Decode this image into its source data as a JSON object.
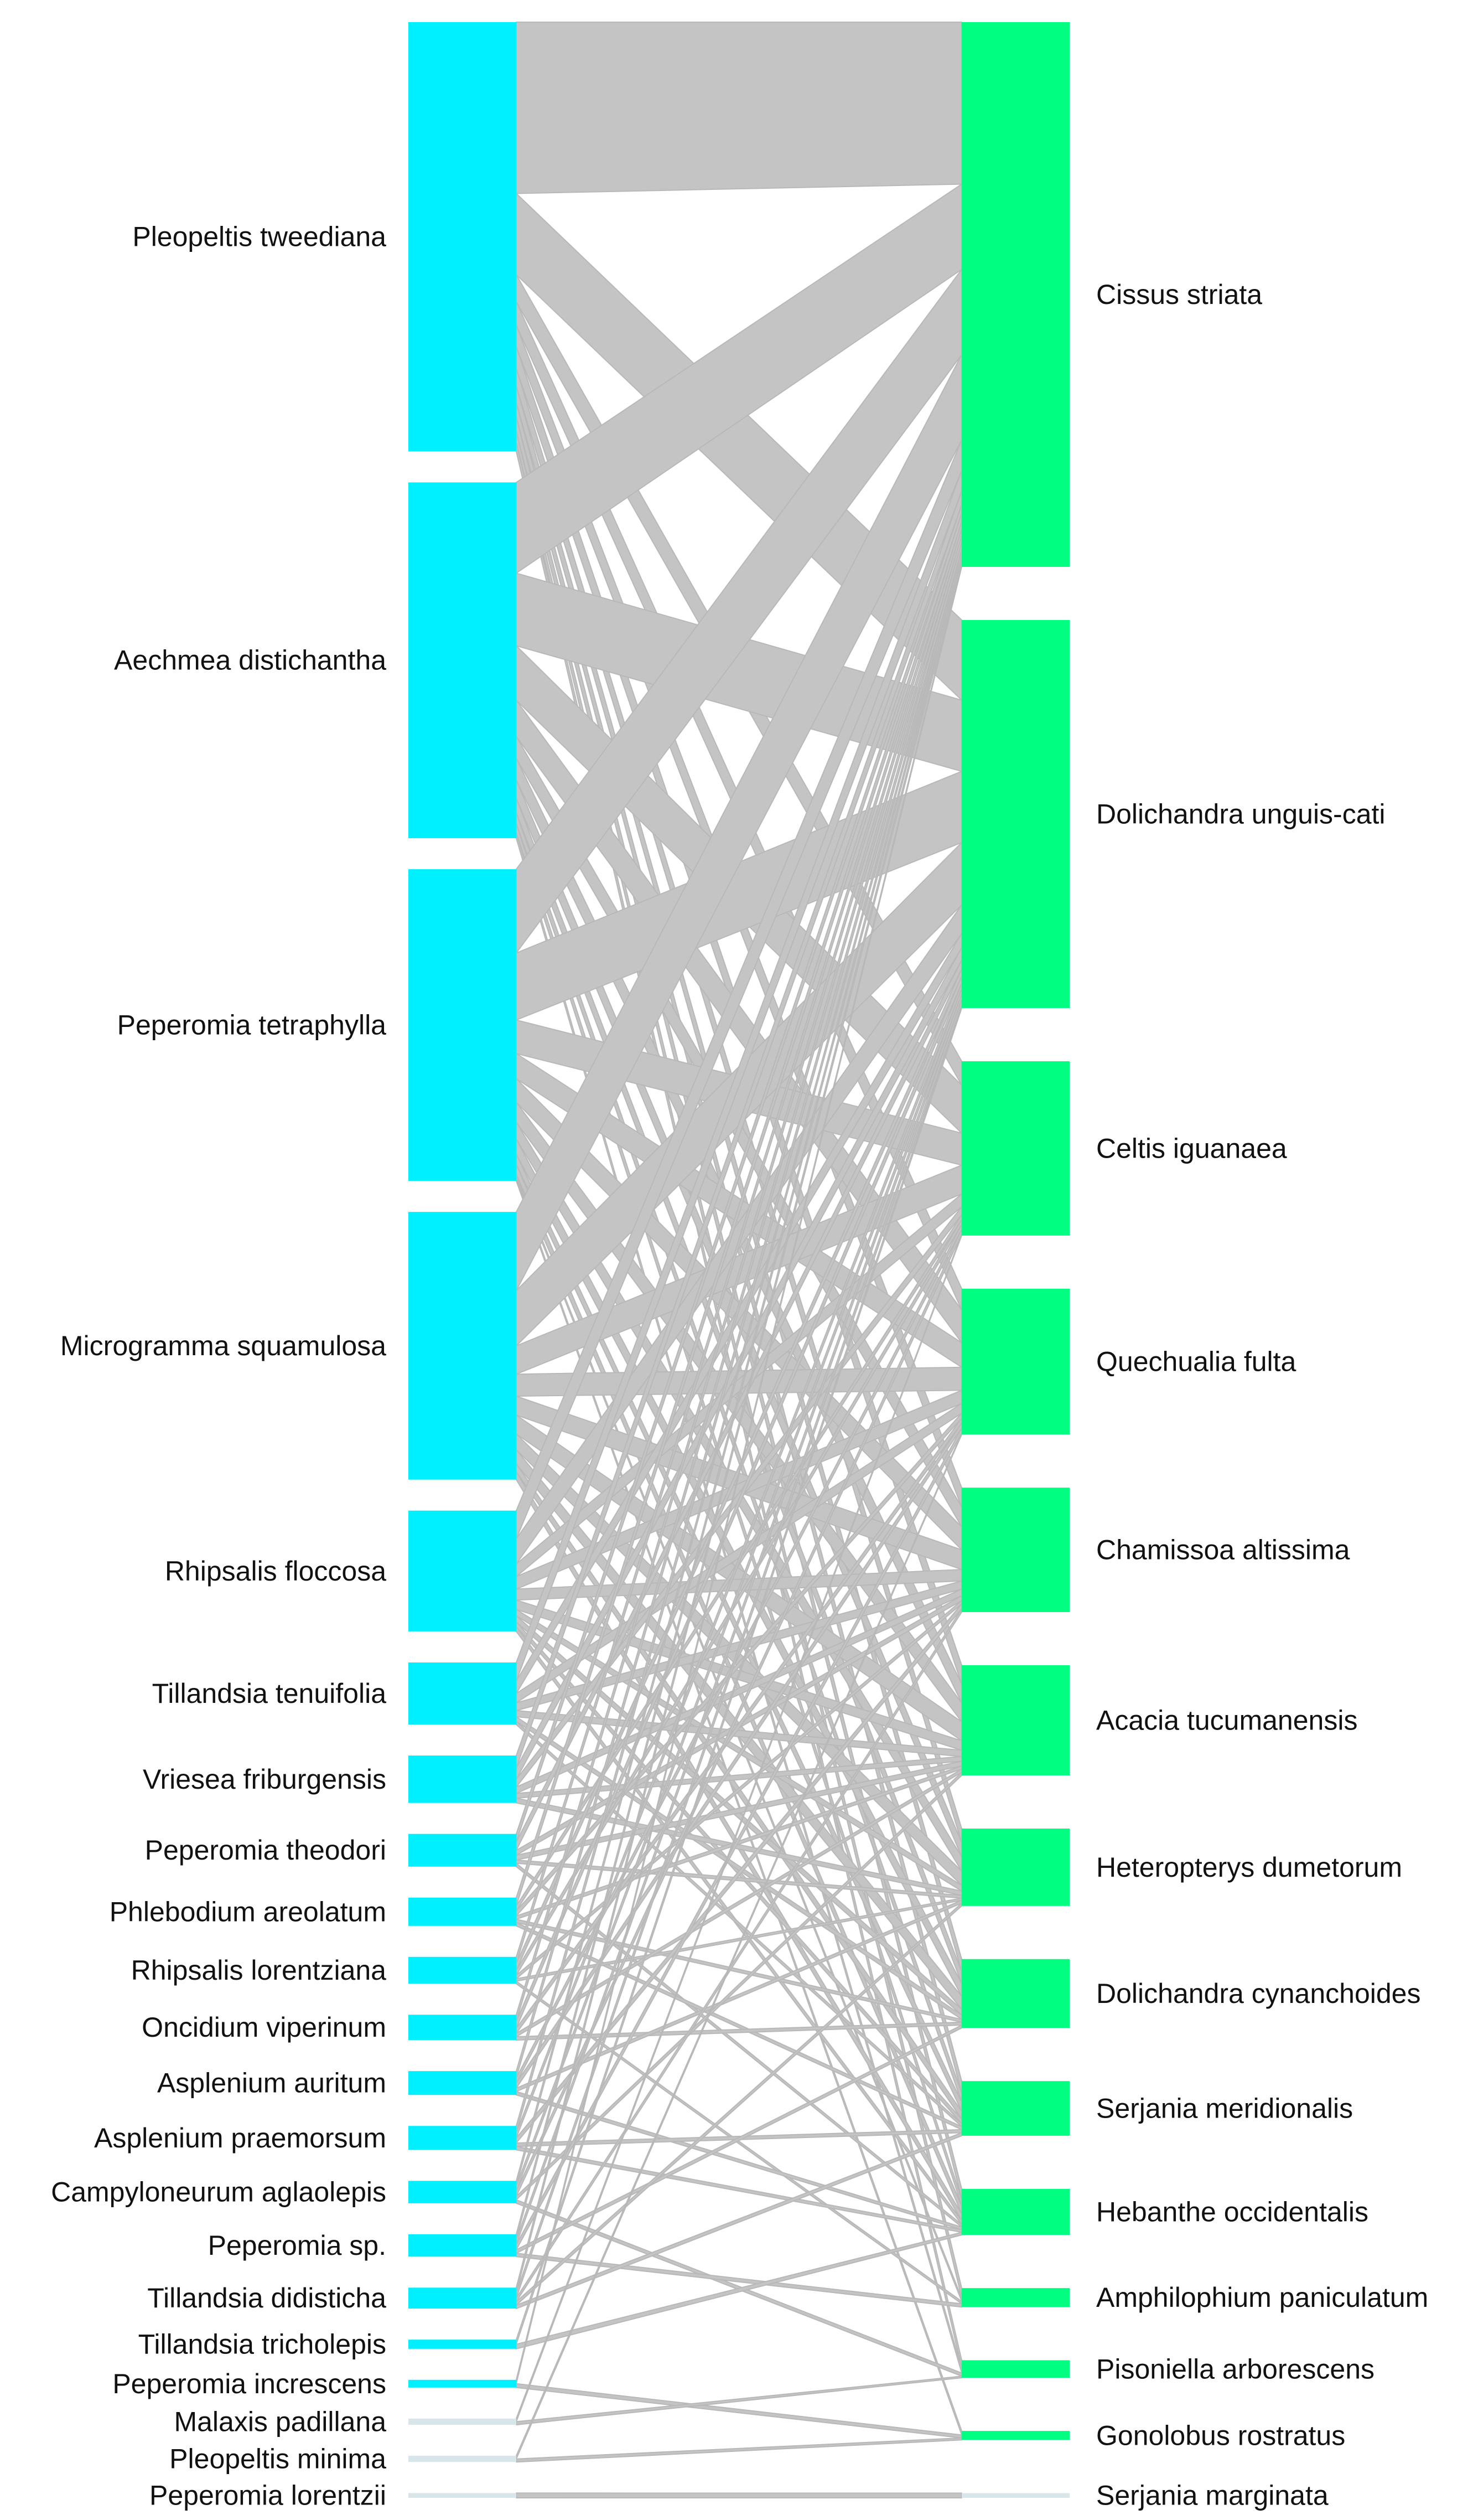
{
  "colors": {
    "left": "#00f0ff",
    "right": "#00ff80",
    "link": "#c4c4c4",
    "empty_bar": "#d8e6ea",
    "label": "#111111"
  },
  "left_nodes": [
    {
      "id": "L0",
      "label": "Pleopeltis tweediana",
      "value": 29
    },
    {
      "id": "L1",
      "label": "Aechmea distichantha",
      "value": 24
    },
    {
      "id": "L2",
      "label": "Peperomia tetraphylla",
      "value": 21
    },
    {
      "id": "L3",
      "label": "Microgramma squamulosa",
      "value": 18
    },
    {
      "id": "L4",
      "label": "Rhipsalis floccosa",
      "value": 8
    },
    {
      "id": "L5",
      "label": "Tillandsia tenuifolia",
      "value": 4
    },
    {
      "id": "L6",
      "label": "Vriesea friburgensis",
      "value": 3
    },
    {
      "id": "L7",
      "label": "Peperomia theodori",
      "value": 2
    },
    {
      "id": "L8",
      "label": "Phlebodium areolatum",
      "value": 1.7
    },
    {
      "id": "L9",
      "label": "Rhipsalis lorentziana",
      "value": 1.6
    },
    {
      "id": "L10",
      "label": "Oncidium viperinum",
      "value": 1.5
    },
    {
      "id": "L11",
      "label": "Asplenium auritum",
      "value": 1.4
    },
    {
      "id": "L12",
      "label": "Asplenium praemorsum",
      "value": 1.4
    },
    {
      "id": "L13",
      "label": "Campyloneurum aglaolepis",
      "value": 1.3
    },
    {
      "id": "L14",
      "label": "Peperomia sp.",
      "value": 1.3
    },
    {
      "id": "L15",
      "label": "Tillandsia didisticha",
      "value": 1.2
    },
    {
      "id": "L16",
      "label": "Tillandsia tricholepis",
      "value": 0.4
    },
    {
      "id": "L17",
      "label": "Peperomia increscens",
      "value": 0.3
    },
    {
      "id": "L18",
      "label": "Malaxis padillana",
      "value": 0.2
    },
    {
      "id": "L19",
      "label": "Pleopeltis minima",
      "value": 0.2
    },
    {
      "id": "L20",
      "label": "Peperomia lorentzii",
      "value": 0.1
    }
  ],
  "right_nodes": [
    {
      "id": "R0",
      "label": "Cissus striata",
      "value": 38
    },
    {
      "id": "R1",
      "label": "Dolichandra unguis-cati",
      "value": 27
    },
    {
      "id": "R2",
      "label": "Celtis iguanaea",
      "value": 12
    },
    {
      "id": "R3",
      "label": "Quechualia fulta",
      "value": 10
    },
    {
      "id": "R4",
      "label": "Chamissoa altissima",
      "value": 8.5
    },
    {
      "id": "R5",
      "label": "Acacia tucumanensis",
      "value": 7.5
    },
    {
      "id": "R6",
      "label": "Heteropterys dumetorum",
      "value": 5.2
    },
    {
      "id": "R7",
      "label": "Dolichandra cynanchoides",
      "value": 4.6
    },
    {
      "id": "R8",
      "label": "Serjania meridionalis",
      "value": 3.6
    },
    {
      "id": "R9",
      "label": "Hebanthe occidentalis",
      "value": 3
    },
    {
      "id": "R10",
      "label": "Amphilophium paniculatum",
      "value": 1.1
    },
    {
      "id": "R11",
      "label": "Pisoniella arborescens",
      "value": 1
    },
    {
      "id": "R12",
      "label": "Gonolobus rostratus",
      "value": 0.4
    },
    {
      "id": "R13",
      "label": "Serjania marginata",
      "value": 0.1
    }
  ],
  "links": [
    [
      "L0",
      "R0",
      9.5
    ],
    [
      "L0",
      "R1",
      4.5
    ],
    [
      "L0",
      "R2",
      1.5
    ],
    [
      "L0",
      "R3",
      1.3
    ],
    [
      "L0",
      "R4",
      1.2
    ],
    [
      "L0",
      "R5",
      1.2
    ],
    [
      "L0",
      "R6",
      1
    ],
    [
      "L0",
      "R7",
      0.9
    ],
    [
      "L0",
      "R8",
      0.8
    ],
    [
      "L0",
      "R9",
      0.8
    ],
    [
      "L0",
      "R10",
      0.6
    ],
    [
      "L0",
      "R11",
      0.5
    ],
    [
      "L1",
      "R0",
      5
    ],
    [
      "L1",
      "R1",
      4
    ],
    [
      "L1",
      "R2",
      3
    ],
    [
      "L1",
      "R3",
      2
    ],
    [
      "L1",
      "R4",
      1.2
    ],
    [
      "L1",
      "R5",
      1.2
    ],
    [
      "L1",
      "R6",
      1
    ],
    [
      "L1",
      "R7",
      0.8
    ],
    [
      "L1",
      "R8",
      0.6
    ],
    [
      "L1",
      "R9",
      0.5
    ],
    [
      "L1",
      "R11",
      0.3
    ],
    [
      "L2",
      "R0",
      5
    ],
    [
      "L2",
      "R1",
      4
    ],
    [
      "L2",
      "R2",
      2
    ],
    [
      "L2",
      "R3",
      1.5
    ],
    [
      "L2",
      "R4",
      1.4
    ],
    [
      "L2",
      "R5",
      1.2
    ],
    [
      "L2",
      "R6",
      1
    ],
    [
      "L2",
      "R7",
      0.9
    ],
    [
      "L2",
      "R8",
      0.6
    ],
    [
      "L2",
      "R9",
      0.6
    ],
    [
      "L2",
      "R10",
      0.2
    ],
    [
      "L2",
      "R12",
      0.2
    ],
    [
      "L3",
      "R0",
      5
    ],
    [
      "L3",
      "R1",
      3.5
    ],
    [
      "L3",
      "R2",
      1.8
    ],
    [
      "L3",
      "R3",
      1.4
    ],
    [
      "L3",
      "R4",
      1.2
    ],
    [
      "L3",
      "R5",
      1.2
    ],
    [
      "L3",
      "R6",
      1
    ],
    [
      "L3",
      "R7",
      0.9
    ],
    [
      "L3",
      "R8",
      0.5
    ],
    [
      "L3",
      "R9",
      0.5
    ],
    [
      "L4",
      "R0",
      1.8
    ],
    [
      "L4",
      "R1",
      1.6
    ],
    [
      "L4",
      "R2",
      0.8
    ],
    [
      "L4",
      "R3",
      0.8
    ],
    [
      "L4",
      "R4",
      0.7
    ],
    [
      "L4",
      "R5",
      0.6
    ],
    [
      "L4",
      "R6",
      0.4
    ],
    [
      "L4",
      "R7",
      0.4
    ],
    [
      "L4",
      "R8",
      0.3
    ],
    [
      "L4",
      "R9",
      0.3
    ],
    [
      "L5",
      "R0",
      1.2
    ],
    [
      "L5",
      "R1",
      0.8
    ],
    [
      "L5",
      "R3",
      0.6
    ],
    [
      "L5",
      "R4",
      0.5
    ],
    [
      "L5",
      "R5",
      0.4
    ],
    [
      "L5",
      "R7",
      0.3
    ],
    [
      "L5",
      "R8",
      0.2
    ],
    [
      "L6",
      "R0",
      0.8
    ],
    [
      "L6",
      "R1",
      0.7
    ],
    [
      "L6",
      "R2",
      0.5
    ],
    [
      "L6",
      "R4",
      0.4
    ],
    [
      "L6",
      "R5",
      0.3
    ],
    [
      "L6",
      "R6",
      0.3
    ],
    [
      "L7",
      "R0",
      0.5
    ],
    [
      "L7",
      "R1",
      0.5
    ],
    [
      "L7",
      "R4",
      0.3
    ],
    [
      "L7",
      "R5",
      0.3
    ],
    [
      "L7",
      "R6",
      0.2
    ],
    [
      "L7",
      "R9",
      0.2
    ],
    [
      "L8",
      "R0",
      0.5
    ],
    [
      "L8",
      "R2",
      0.3
    ],
    [
      "L8",
      "R3",
      0.3
    ],
    [
      "L8",
      "R5",
      0.2
    ],
    [
      "L8",
      "R7",
      0.2
    ],
    [
      "L8",
      "R8",
      0.2
    ],
    [
      "L9",
      "R0",
      0.4
    ],
    [
      "L9",
      "R1",
      0.4
    ],
    [
      "L9",
      "R2",
      0.3
    ],
    [
      "L9",
      "R4",
      0.2
    ],
    [
      "L9",
      "R6",
      0.15
    ],
    [
      "L9",
      "R10",
      0.15
    ],
    [
      "L10",
      "R0",
      0.4
    ],
    [
      "L10",
      "R1",
      0.4
    ],
    [
      "L10",
      "R3",
      0.3
    ],
    [
      "L10",
      "R5",
      0.2
    ],
    [
      "L10",
      "R7",
      0.2
    ],
    [
      "L11",
      "R0",
      0.4
    ],
    [
      "L11",
      "R2",
      0.3
    ],
    [
      "L11",
      "R3",
      0.3
    ],
    [
      "L11",
      "R6",
      0.2
    ],
    [
      "L11",
      "R9",
      0.2
    ],
    [
      "L12",
      "R0",
      0.4
    ],
    [
      "L12",
      "R1",
      0.3
    ],
    [
      "L12",
      "R4",
      0.3
    ],
    [
      "L12",
      "R8",
      0.2
    ],
    [
      "L12",
      "R9",
      0.2
    ],
    [
      "L13",
      "R0",
      0.3
    ],
    [
      "L13",
      "R1",
      0.3
    ],
    [
      "L13",
      "R2",
      0.3
    ],
    [
      "L13",
      "R5",
      0.2
    ],
    [
      "L13",
      "R11",
      0.2
    ],
    [
      "L14",
      "R0",
      0.3
    ],
    [
      "L14",
      "R1",
      0.3
    ],
    [
      "L14",
      "R3",
      0.3
    ],
    [
      "L14",
      "R7",
      0.2
    ],
    [
      "L14",
      "R10",
      0.2
    ],
    [
      "L15",
      "R0",
      0.3
    ],
    [
      "L15",
      "R1",
      0.3
    ],
    [
      "L15",
      "R4",
      0.2
    ],
    [
      "L15",
      "R6",
      0.2
    ],
    [
      "L15",
      "R8",
      0.2
    ],
    [
      "L16",
      "R1",
      0.2
    ],
    [
      "L16",
      "R9",
      0.2
    ],
    [
      "L17",
      "R0",
      0.15
    ],
    [
      "L17",
      "R12",
      0.15
    ],
    [
      "L18",
      "R2",
      0.1
    ],
    [
      "L18",
      "R11",
      0.1
    ],
    [
      "L19",
      "R3",
      0.1
    ],
    [
      "L19",
      "R12",
      0.1
    ],
    [
      "L20",
      "R13",
      0.1
    ]
  ]
}
